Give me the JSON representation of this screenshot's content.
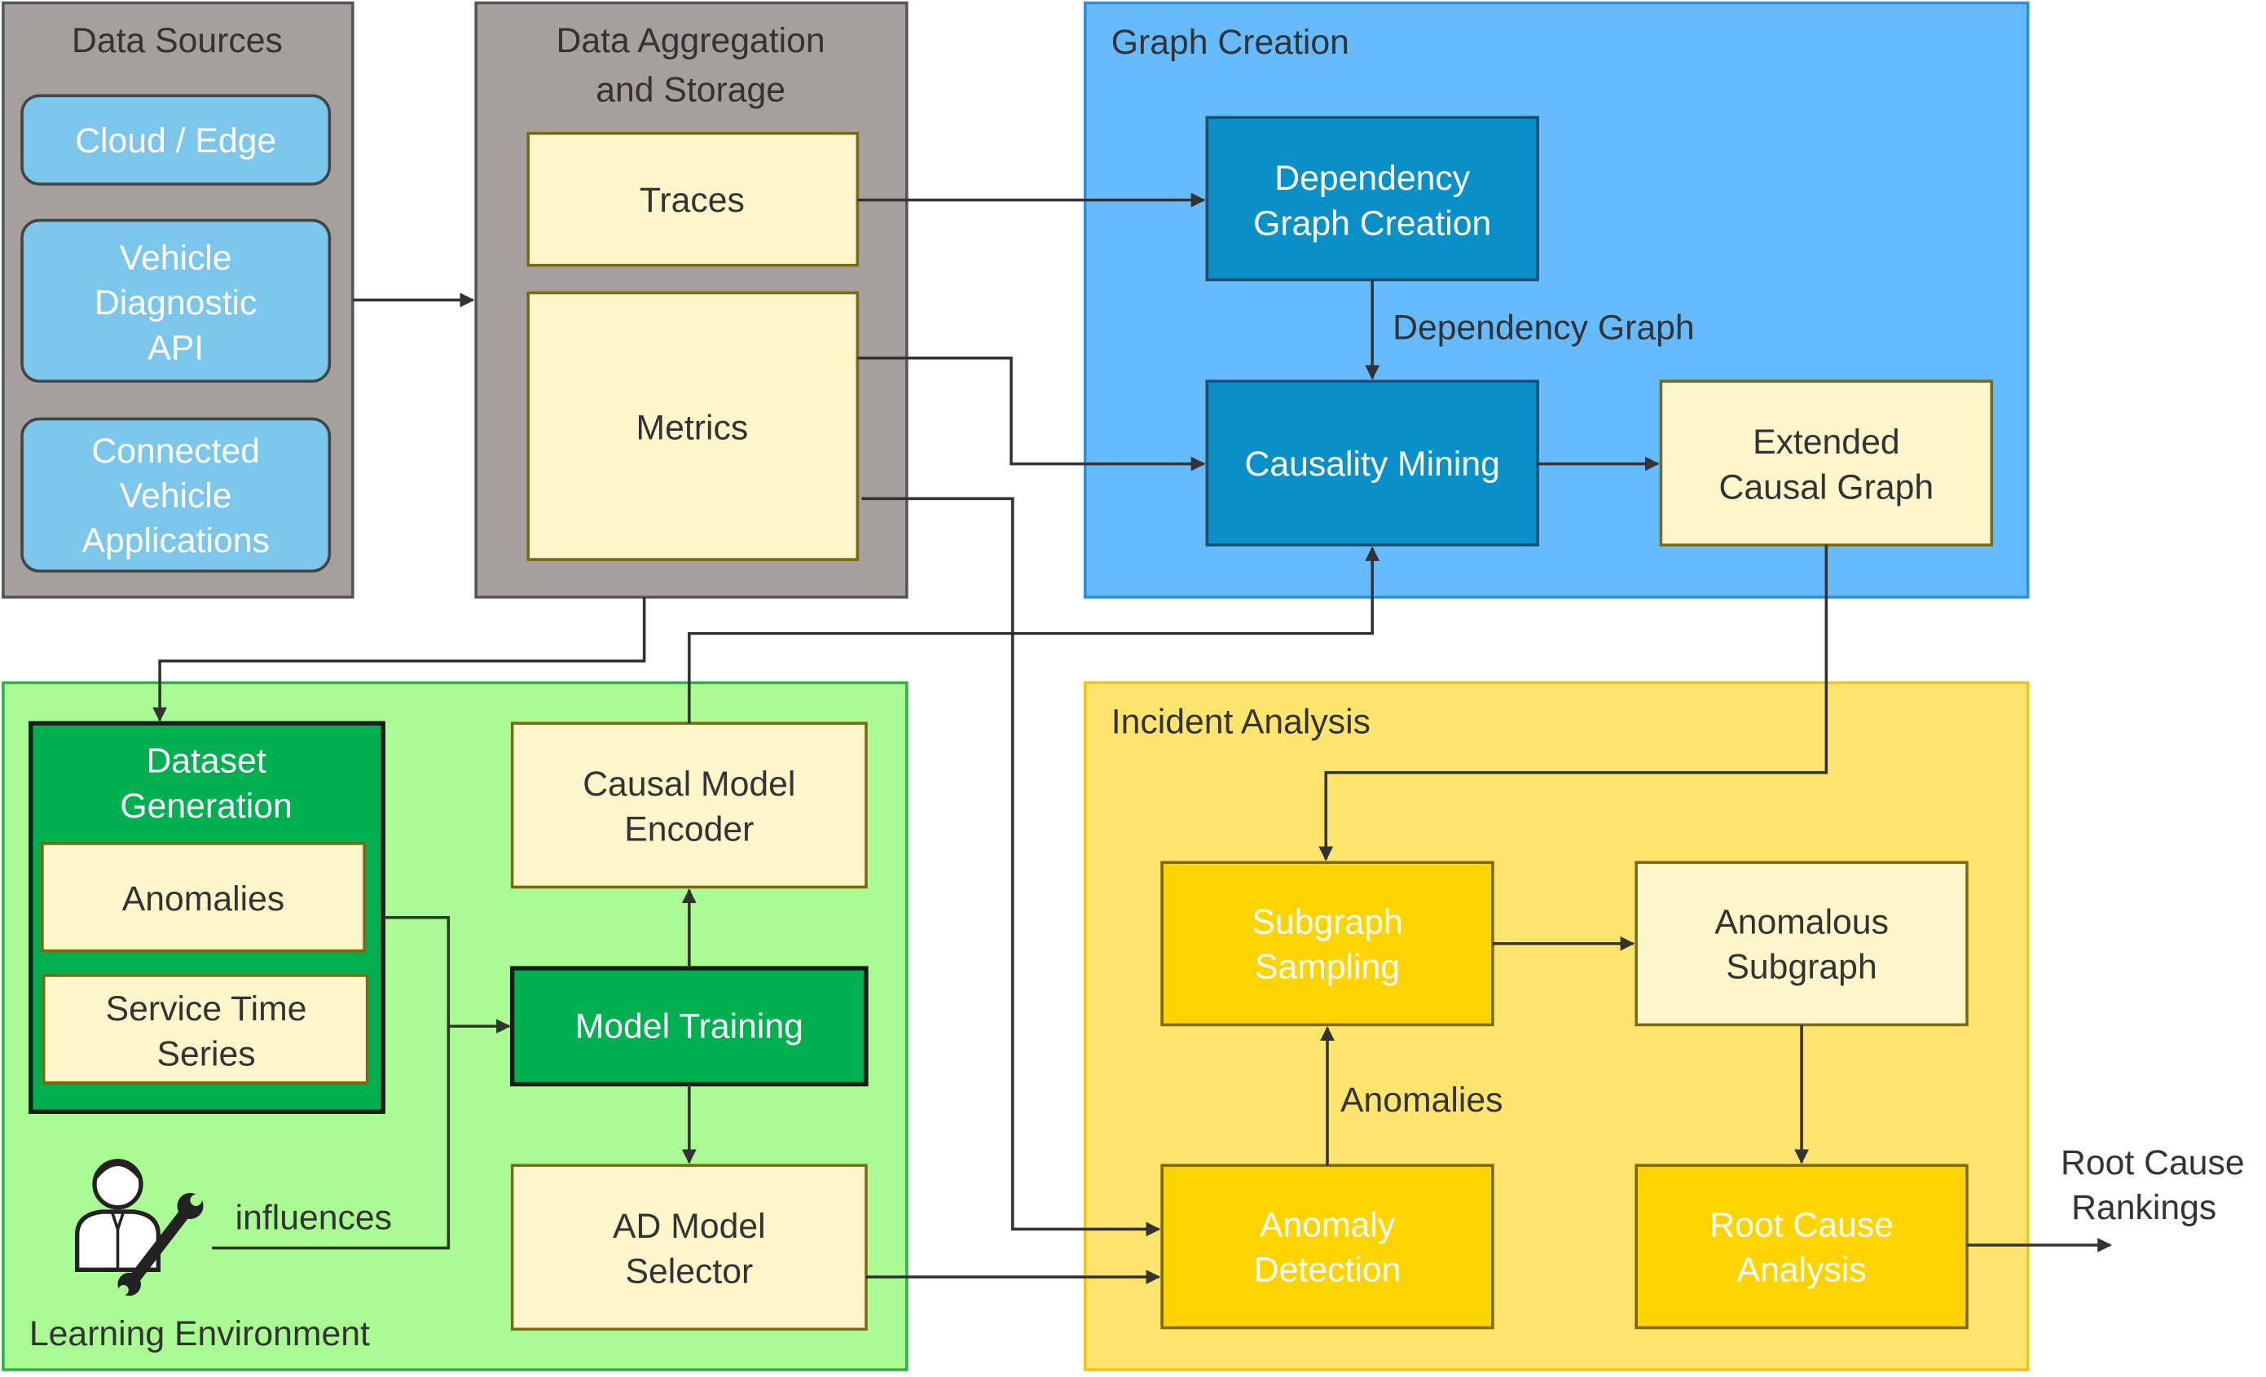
{
  "groups": {
    "data_sources": {
      "title": "Data Sources",
      "fill": "#a59f9d"
    },
    "aggregation": {
      "title_line1": "Data Aggregation",
      "title_line2": "and Storage",
      "fill": "#a59f9d"
    },
    "graph_creation": {
      "title": "Graph Creation",
      "fill": "#66bbff"
    },
    "incident_analysis": {
      "title": "Incident Analysis",
      "fill": "#ffe56e"
    },
    "learning_env": {
      "title": "Learning Environment",
      "fill": "#aafb93"
    }
  },
  "nodes": {
    "cloud_edge": {
      "lines": [
        "Cloud / Edge"
      ]
    },
    "vehicle_diag": {
      "lines": [
        "Vehicle",
        "Diagnostic",
        "API"
      ]
    },
    "connected_vehicle": {
      "lines": [
        "Connected",
        "Vehicle",
        "Applications"
      ]
    },
    "traces": {
      "lines": [
        "Traces"
      ]
    },
    "metrics": {
      "lines": [
        "Metrics"
      ]
    },
    "dep_graph_creation": {
      "lines": [
        "Dependency",
        "Graph Creation"
      ]
    },
    "causality_mining": {
      "lines": [
        "Causality Mining"
      ]
    },
    "extended_causal_graph": {
      "lines": [
        "Extended",
        "Causal Graph"
      ]
    },
    "dataset_generation": {
      "lines": [
        "Dataset",
        "Generation"
      ]
    },
    "anomalies": {
      "lines": [
        "Anomalies"
      ]
    },
    "service_time_series": {
      "lines": [
        "Service Time",
        "Series"
      ]
    },
    "causal_model_encoder": {
      "lines": [
        "Causal Model",
        "Encoder"
      ]
    },
    "model_training": {
      "lines": [
        "Model Training"
      ]
    },
    "ad_model_selector": {
      "lines": [
        "AD Model",
        "Selector"
      ]
    },
    "subgraph_sampling": {
      "lines": [
        "Subgraph",
        "Sampling"
      ]
    },
    "anomalous_subgraph": {
      "lines": [
        "Anomalous",
        "Subgraph"
      ]
    },
    "anomaly_detection": {
      "lines": [
        "Anomaly",
        "Detection"
      ]
    },
    "root_cause_analysis": {
      "lines": [
        "Root Cause",
        "Analysis"
      ]
    }
  },
  "edge_labels": {
    "dependency_graph": "Dependency Graph",
    "anomalies": "Anomalies",
    "influences": "influences",
    "root_cause_rankings_line1": "Root Cause",
    "root_cause_rankings_line2": "Rankings"
  },
  "icons": {
    "engineer": "engineer-with-wrench-icon"
  },
  "colors": {
    "light_blue_box": "#7cc6ec",
    "dark_blue_box": "#0a90c8",
    "cream_box": "#fff6cc",
    "gold_box": "#ffd400",
    "dark_green_box": "#00b050",
    "arrow": "#333333"
  }
}
